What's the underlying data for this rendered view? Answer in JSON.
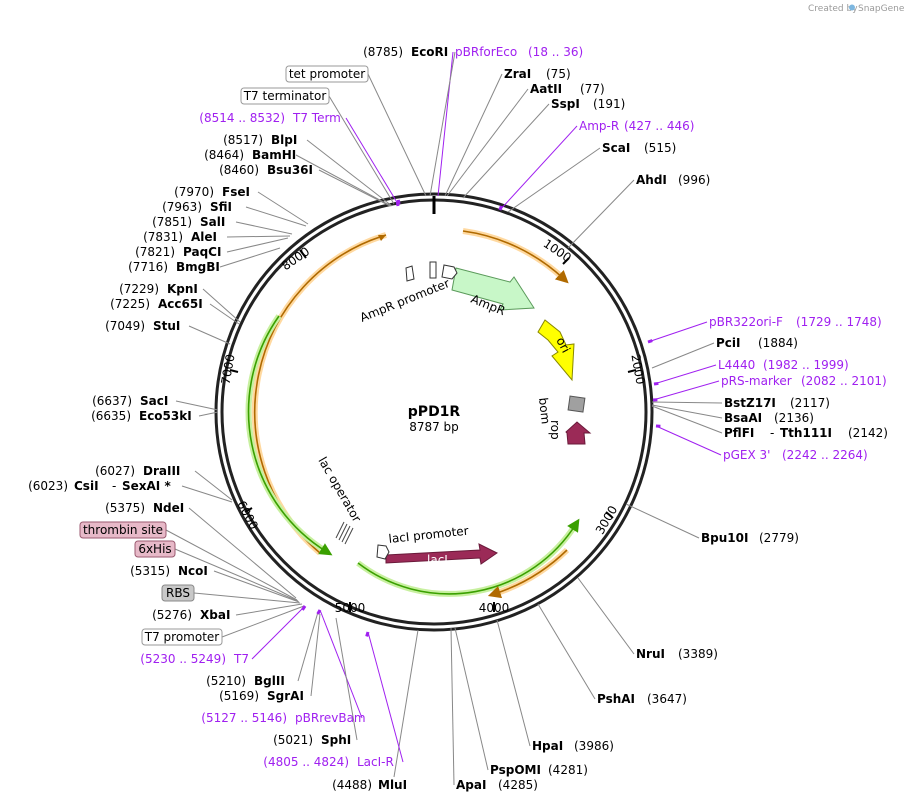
{
  "credit": {
    "prefix": "Created by",
    "brand": "SnapGene"
  },
  "plasmid": {
    "name": "pPD1R",
    "length_label": "8787 bp"
  },
  "colors": {
    "backbone": "#222222",
    "primer": "#a020f0",
    "ampr": "#c8f7c8",
    "ori": "#ffff00",
    "laci": "#9b2a57",
    "rop": "#9b2a57",
    "bom": "#a0a0a0",
    "orange_track": "#f0a030",
    "green_track": "#3aa000"
  },
  "ticks": [
    {
      "label": "1000"
    },
    {
      "label": "2000"
    },
    {
      "label": "3000"
    },
    {
      "label": "4000"
    },
    {
      "label": "5000"
    },
    {
      "label": "6000"
    },
    {
      "label": "7000"
    },
    {
      "label": "8000"
    }
  ],
  "inner_labels": {
    "ampr_promoter": "AmpR promoter",
    "ampr": "AmpR",
    "ori": "ori",
    "bom": "bom",
    "rop": "rop",
    "laci_promoter": "lacI promoter",
    "laci": "lacI",
    "lac_operator": "lac operator"
  },
  "right_labels": [
    {
      "pos": "(18 .. 36)",
      "name": "pBRforEco",
      "primer": true
    },
    {
      "pos": "(75)",
      "name": "ZraI"
    },
    {
      "pos": "(77)",
      "name": "AatII"
    },
    {
      "pos": "(191)",
      "name": "SspI"
    },
    {
      "pos": "(427 .. 446)",
      "name": "Amp-R",
      "primer": true
    },
    {
      "pos": "(515)",
      "name": "ScaI"
    },
    {
      "pos": "(996)",
      "name": "AhdI"
    },
    {
      "pos": "(1729 .. 1748)",
      "name": "pBR322ori-F",
      "primer": true
    },
    {
      "pos": "(1884)",
      "name": "PciI"
    },
    {
      "pos": "(1982 .. 1999)",
      "name": "L4440",
      "primer": true
    },
    {
      "pos": "(2082 .. 2101)",
      "name": "pRS-marker",
      "primer": true
    },
    {
      "pos": "(2117)",
      "name": "BstZ17I"
    },
    {
      "pos": "(2136)",
      "name": "BsaAI"
    },
    {
      "pos": "(2142)",
      "name": "PflFI",
      "name2": "Tth111I"
    },
    {
      "pos": "(2242 .. 2264)",
      "name": "pGEX 3'",
      "primer": true
    },
    {
      "pos": "(2779)",
      "name": "Bpu10I"
    },
    {
      "pos": "(3389)",
      "name": "NruI"
    },
    {
      "pos": "(3647)",
      "name": "PshAI"
    },
    {
      "pos": "(3986)",
      "name": "HpaI"
    },
    {
      "pos": "(4281)",
      "name": "PspOMI"
    },
    {
      "pos": "(4285)",
      "name": "ApaI"
    },
    {
      "pos": "(4488)",
      "name": "MluI"
    }
  ],
  "left_labels": [
    {
      "pos": "(8785)",
      "name": "EcoRI"
    },
    {
      "name": "tet promoter",
      "box": "plain"
    },
    {
      "name": "T7 terminator",
      "box": "plain"
    },
    {
      "pos": "(8514 .. 8532)",
      "name": "T7 Term",
      "primer": true
    },
    {
      "pos": "(8517)",
      "name": "BlpI"
    },
    {
      "pos": "(8464)",
      "name": "BamHI"
    },
    {
      "pos": "(8460)",
      "name": "Bsu36I"
    },
    {
      "pos": "(7970)",
      "name": "FseI"
    },
    {
      "pos": "(7963)",
      "name": "SfiI"
    },
    {
      "pos": "(7851)",
      "name": "SalI"
    },
    {
      "pos": "(7831)",
      "name": "AleI"
    },
    {
      "pos": "(7821)",
      "name": "PaqCI"
    },
    {
      "pos": "(7716)",
      "name": "BmgBI"
    },
    {
      "pos": "(7229)",
      "name": "KpnI"
    },
    {
      "pos": "(7225)",
      "name": "Acc65I"
    },
    {
      "pos": "(7049)",
      "name": "StuI"
    },
    {
      "pos": "(6637)",
      "name": "SacI"
    },
    {
      "pos": "(6635)",
      "name": "Eco53kI"
    },
    {
      "pos": "(6027)",
      "name": "DraIII"
    },
    {
      "pos": "(6023)",
      "name": "CsiI",
      "name2": "SexAI *"
    },
    {
      "pos": "(5375)",
      "name": "NdeI"
    },
    {
      "name": "thrombin site",
      "box": "pink"
    },
    {
      "name": "6xHis",
      "box": "pink"
    },
    {
      "pos": "(5315)",
      "name": "NcoI"
    },
    {
      "name": "RBS",
      "box": "gray"
    },
    {
      "pos": "(5276)",
      "name": "XbaI"
    },
    {
      "name": "T7 promoter",
      "box": "plain"
    },
    {
      "pos": "(5230 .. 5249)",
      "name": "T7",
      "primer": true
    },
    {
      "pos": "(5210)",
      "name": "BglII"
    },
    {
      "pos": "(5169)",
      "name": "SgrAI"
    },
    {
      "pos": "(5127 .. 5146)",
      "name": "pBRrevBam",
      "primer": true
    },
    {
      "pos": "(5021)",
      "name": "SphI"
    },
    {
      "pos": "(4805 .. 4824)",
      "name": "LacI-R",
      "primer": true
    }
  ]
}
